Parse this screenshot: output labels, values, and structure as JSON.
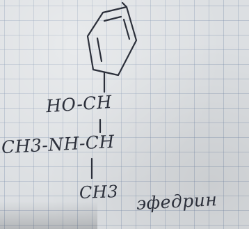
{
  "structure": {
    "hydroxyl_group": "HO-CH",
    "amine_group": "CH3-NH-CH",
    "methyl_group": "CH3",
    "compound_name": "эфедрин"
  },
  "colors": {
    "ink": "#2b2f3a",
    "paper": "#dcdfe2",
    "grid": "#788caa"
  }
}
